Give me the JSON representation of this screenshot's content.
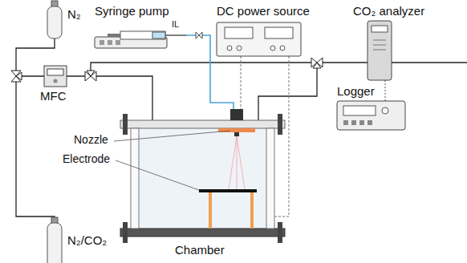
{
  "diagram": {
    "labels": [
      "N₂",
      "Syringe pump",
      "IL",
      "DC power source",
      "CO₂ analyzer",
      "MFC",
      "Logger",
      "Nozzle",
      "Electrode",
      "N₂/CO₂",
      "Chamber"
    ]
  }
}
